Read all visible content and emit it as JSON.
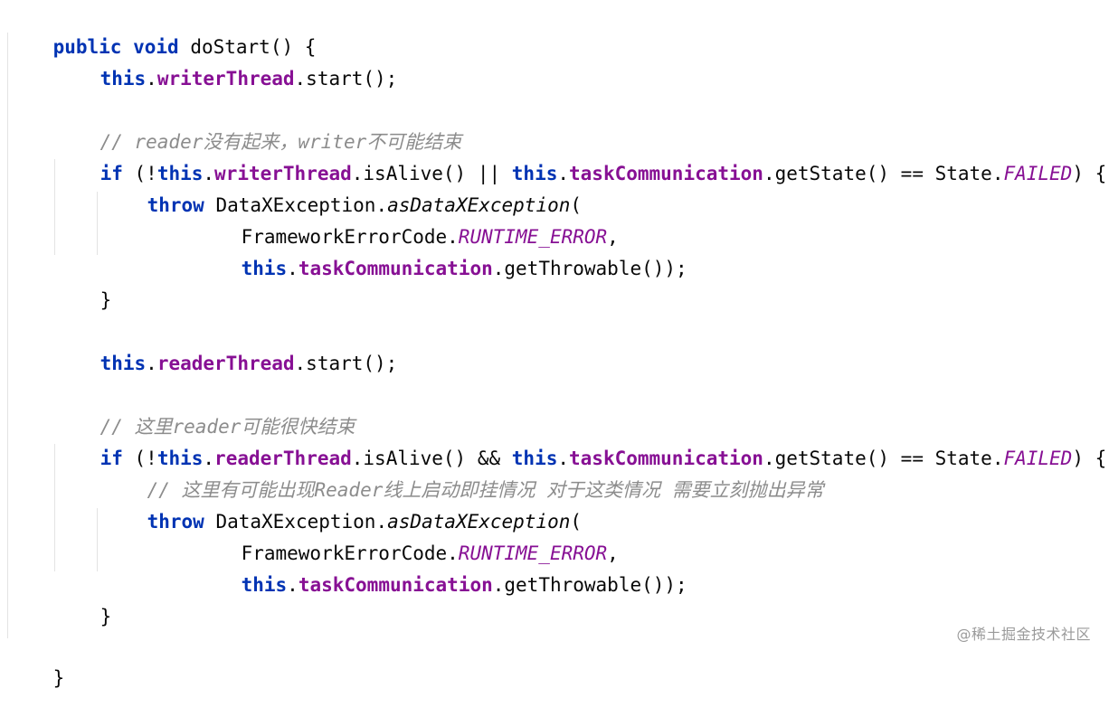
{
  "code": {
    "line1": {
      "kw1": "public",
      "kw2": "void",
      "method": "doStart() {"
    },
    "line2": {
      "kw": "this",
      "dot": ".",
      "field": "writerThread",
      "rest": ".start();"
    },
    "line4": {
      "comment": "// reader没有起来，writer不可能结束"
    },
    "line5": {
      "kw_if": "if",
      "p1": " (!",
      "kw_this1": "this",
      "dot1": ".",
      "field1": "writerThread",
      "mid": ".isAlive() || ",
      "kw_this2": "this",
      "dot2": ".",
      "field2": "taskCommunication",
      "mid2": ".getState() == State.",
      "const": "FAILED",
      "end": ") {"
    },
    "line6": {
      "kw": "throw",
      "plain": " DataXException.",
      "static_call": "asDataXException",
      "end": "("
    },
    "line7": {
      "plain": "FrameworkErrorCode.",
      "const": "RUNTIME_ERROR",
      "end": ","
    },
    "line8": {
      "kw": "this",
      "dot": ".",
      "field": "taskCommunication",
      "end": ".getThrowable());"
    },
    "line9": {
      "text": "}"
    },
    "line11": {
      "kw": "this",
      "dot": ".",
      "field": "readerThread",
      "rest": ".start();"
    },
    "line13": {
      "comment": "// 这里reader可能很快结束"
    },
    "line14": {
      "kw_if": "if",
      "p1": " (!",
      "kw_this1": "this",
      "dot1": ".",
      "field1": "readerThread",
      "mid": ".isAlive() && ",
      "kw_this2": "this",
      "dot2": ".",
      "field2": "taskCommunication",
      "mid2": ".getState() == State.",
      "const": "FAILED",
      "end": ") {"
    },
    "line15": {
      "comment": "// 这里有可能出现Reader线上启动即挂情况 对于这类情况 需要立刻抛出异常"
    },
    "line16": {
      "kw": "throw",
      "plain": " DataXException.",
      "static_call": "asDataXException",
      "end": "("
    },
    "line17": {
      "plain": "FrameworkErrorCode.",
      "const": "RUNTIME_ERROR",
      "end": ","
    },
    "line18": {
      "kw": "this",
      "dot": ".",
      "field": "taskCommunication",
      "end": ".getThrowable());"
    },
    "line19": {
      "text": "}"
    },
    "line21": {
      "text": "}"
    }
  },
  "watermark": "@稀土掘金技术社区",
  "colors": {
    "keyword": "#0033b3",
    "field": "#871094",
    "comment": "#8c8c8c",
    "text": "#080808",
    "background": "#ffffff"
  }
}
